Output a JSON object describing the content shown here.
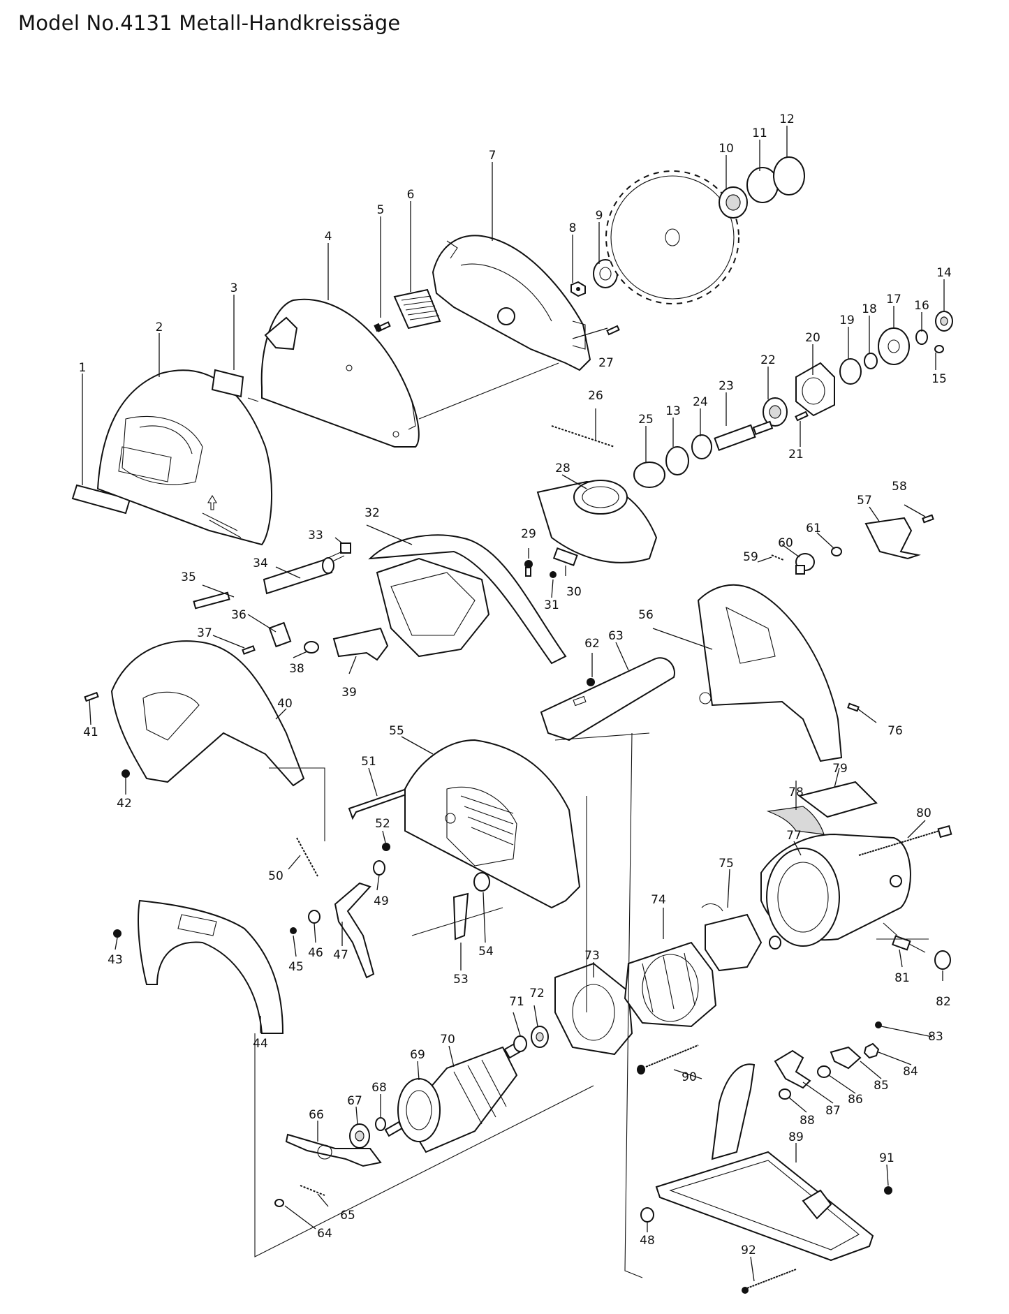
{
  "title": "Model No.4131 Metall-Handkreissäge",
  "part_numbers": [
    "1",
    "2",
    "3",
    "4",
    "5",
    "6",
    "7",
    "8",
    "9",
    "10",
    "11",
    "12",
    "13",
    "14",
    "15",
    "16",
    "17",
    "18",
    "19",
    "20",
    "21",
    "22",
    "23",
    "24",
    "25",
    "26",
    "27",
    "28",
    "29",
    "30",
    "31",
    "32",
    "33",
    "34",
    "35",
    "36",
    "37",
    "38",
    "39",
    "40",
    "41",
    "42",
    "43",
    "44",
    "45",
    "46",
    "47",
    "48",
    "49",
    "50",
    "51",
    "52",
    "53",
    "54",
    "55",
    "56",
    "57",
    "58",
    "59",
    "60",
    "61",
    "62",
    "63",
    "64",
    "65",
    "66",
    "67",
    "68",
    "69",
    "70",
    "71",
    "72",
    "73",
    "74",
    "75",
    "76",
    "77",
    "78",
    "79",
    "80",
    "81",
    "82",
    "83",
    "84",
    "85",
    "86",
    "87",
    "88",
    "89",
    "90",
    "91",
    "92"
  ]
}
